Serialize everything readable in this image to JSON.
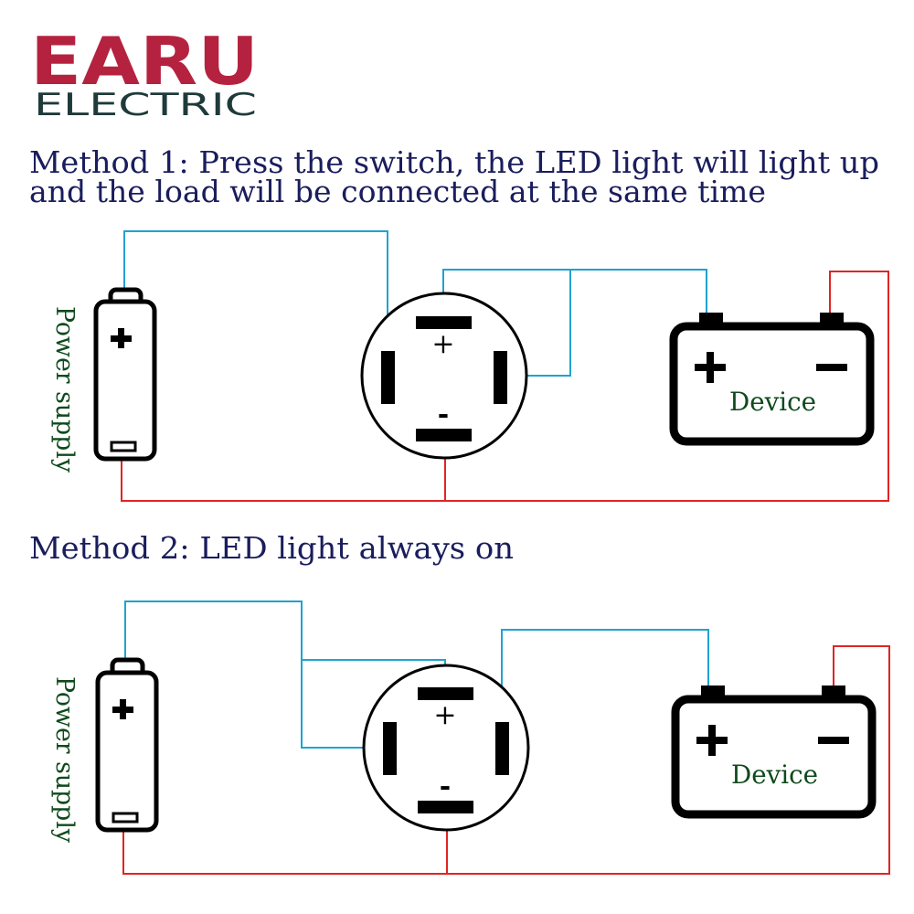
{
  "brand": {
    "name": "EARU",
    "subtitle": "ELECTRIC",
    "name_color": "#b5223f",
    "subtitle_color": "#1f3a3a"
  },
  "colors": {
    "heading": "#1a1d5c",
    "label": "#0f4a1c",
    "wire_positive": "#1fa3d0",
    "wire_negative": "#e02424",
    "component": "#000000"
  },
  "methods": [
    {
      "title_line1": "Method 1: Press the switch, the LED light will light up",
      "title_line2": "and the load will be connected at the same time",
      "battery_label": "Power supply",
      "switch_plus": "+",
      "switch_minus": "-",
      "device_label": "Device",
      "icons": [
        "battery-icon",
        "switch-icon",
        "device-icon"
      ]
    },
    {
      "title_line1": "Method 2: LED light always on",
      "battery_label": "Power supply",
      "switch_plus": "+",
      "switch_minus": "-",
      "device_label": "Device",
      "icons": [
        "battery-icon",
        "switch-icon",
        "device-icon"
      ]
    }
  ]
}
